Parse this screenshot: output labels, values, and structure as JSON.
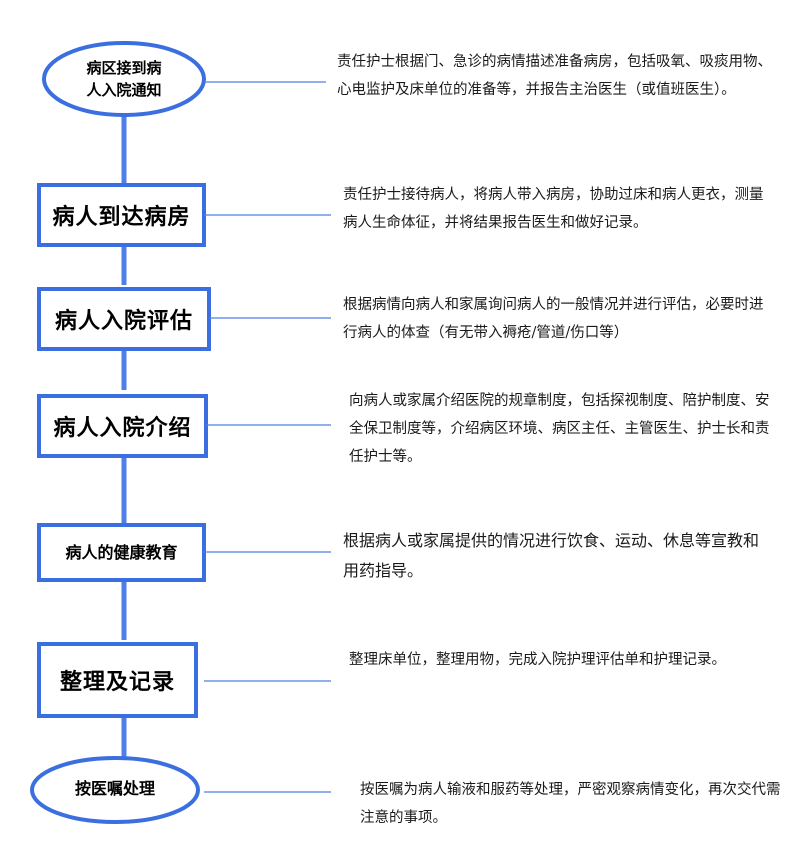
{
  "colors": {
    "stroke": "#3b6fe0",
    "connector": "#4f7fe8"
  },
  "steps": [
    {
      "label": "病区接到病\n人入院通知",
      "shape": "ellipse",
      "description": "责任护士根据门、急诊的病情描述准备病房，包括吸氧、吸痰用物、心电监护及床单位的准备等，并报告主治医生（或值班医生）。"
    },
    {
      "label": "病人到达病房",
      "shape": "rect",
      "description": "责任护士接待病人，将病人带入病房，协助过床和病人更衣，测量病人生命体征，并将结果报告医生和做好记录。"
    },
    {
      "label": "病人入院评估",
      "shape": "rect",
      "description": "根据病情向病人和家属询问病人的一般情况并进行评估，必要时进行病人的体查（有无带入褥疮/管道/伤口等）"
    },
    {
      "label": "病人入院介绍",
      "shape": "rect",
      "description": "向病人或家属介绍医院的规章制度，包括探视制度、陪护制度、安全保卫制度等，介绍病区环境、病区主任、主管医生、护士长和责任护士等。"
    },
    {
      "label": "病人的健康教育",
      "shape": "rect",
      "description": "根据病人或家属提供的情况进行饮食、运动、休息等宣教和用药指导。"
    },
    {
      "label": "整理及记录",
      "shape": "rect",
      "description": "整理床单位，整理用物，完成入院护理评估单和护理记录。"
    },
    {
      "label": "按医嘱处理",
      "shape": "ellipse",
      "description": "按医嘱为病人输液和服药等处理，严密观察病情变化，再次交代需注意的事项。"
    }
  ]
}
